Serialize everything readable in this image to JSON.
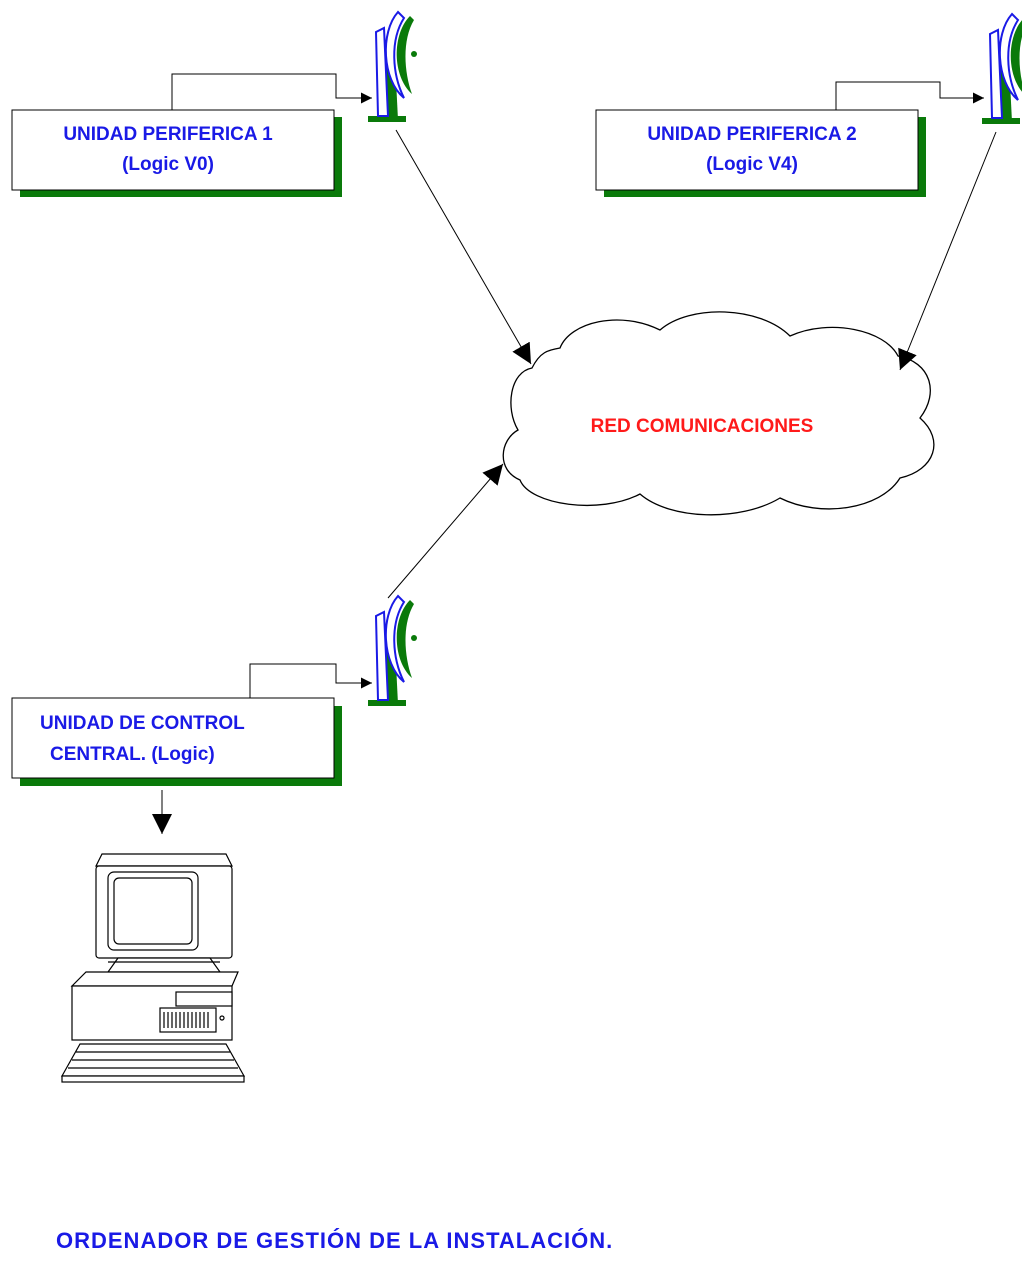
{
  "units": {
    "peripheral_1": {
      "line1": "UNIDAD PERIFERICA 1",
      "line2": "(Logic V0)"
    },
    "peripheral_2": {
      "line1": "UNIDAD PERIFERICA 2",
      "line2": "(Logic V4)"
    },
    "central": {
      "line1": "UNIDAD DE CONTROL",
      "line2": "CENTRAL. (Logic)"
    }
  },
  "network": {
    "label": "RED COMUNICACIONES"
  },
  "computer": {
    "caption": "ORDENADOR DE GESTIÓN DE LA INSTALACIÓN."
  },
  "colors": {
    "label_blue": "#1a1ae6",
    "network_red": "#ff1a1a",
    "shadow_green": "#0a7a0a",
    "antenna_blue": "#1a1ae6",
    "antenna_green": "#0a7a0a"
  },
  "icons": [
    "antenna-icon",
    "cloud-icon",
    "computer-icon"
  ]
}
